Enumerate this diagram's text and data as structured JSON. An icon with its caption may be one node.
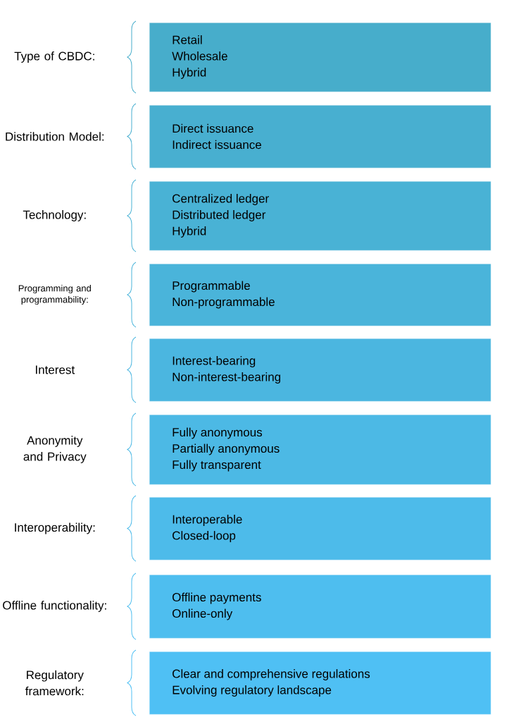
{
  "diagram": {
    "nodes": [
      {
        "text": [
          "Type of CBDC:",
          "Retail",
          "Wholesale",
          "Hybrid"
        ]
      },
      {
        "text": [
          "Distribution Model:",
          "Direct issuance",
          "Indirect issuance"
        ]
      },
      {
        "text": [
          "Technology:",
          "Centralized ledger",
          "Distributed ledger",
          "Hybrid"
        ]
      },
      {
        "text": [
          "Programming and programmability:",
          "Programmable",
          "Non-programmable"
        ]
      },
      {
        "text": [
          "Interest",
          "Interest-bearing",
          "Non-interest-bearing"
        ]
      },
      {
        "text": [
          "Anonymity and Privacy",
          "Fully anonymous",
          "Partially anonymous",
          "Fully transparent"
        ]
      },
      {
        "text": [
          "Interoperability:",
          "Interoperable",
          "Closed-loop"
        ]
      },
      {
        "text": [
          "Offline functionality:",
          "Offline payments",
          "Online-only"
        ]
      },
      {
        "text": [
          "Regulatory framework:",
          "Clear and comprehensive regulations",
          "Evolving regulatory landscape"
        ]
      }
    ],
    "edges": []
  }
}
